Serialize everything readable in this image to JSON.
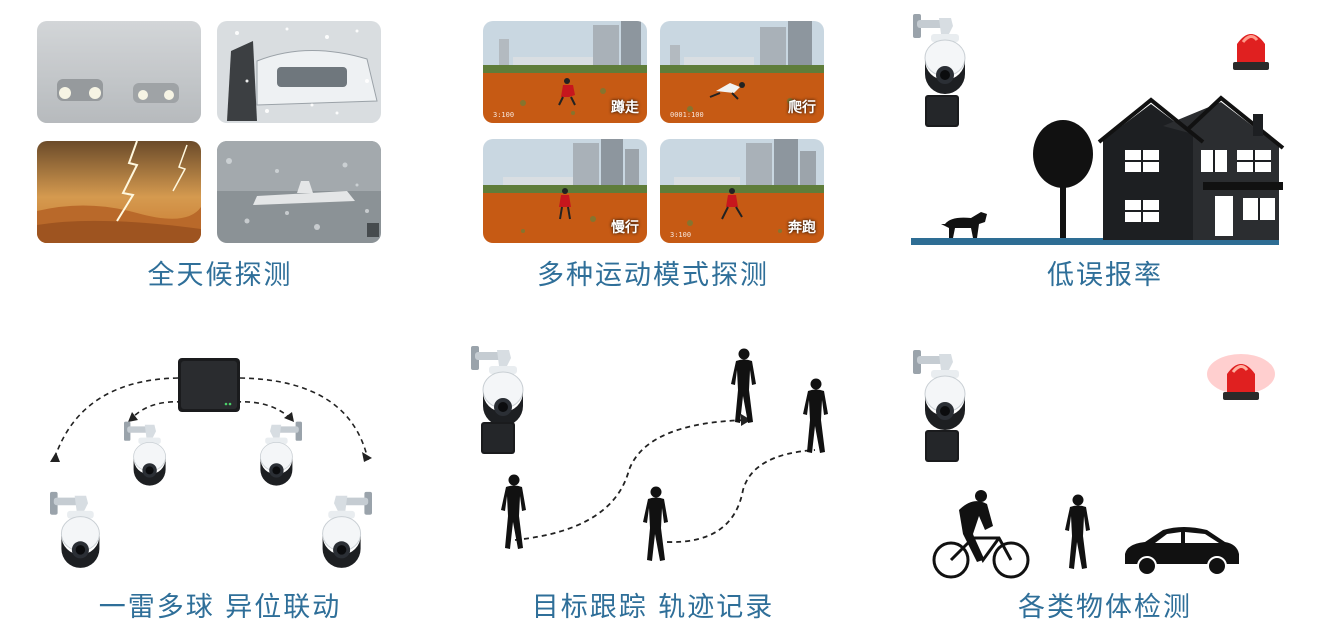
{
  "panels": {
    "weather": {
      "caption": "全天候探测"
    },
    "motion": {
      "caption": "多种运动模式探测",
      "modes": [
        "蹲走",
        "爬行",
        "慢行",
        "奔跑"
      ],
      "timestamps": [
        "3:100",
        "0001:100",
        "",
        "3:100"
      ]
    },
    "false_alarm": {
      "caption": "低误报率"
    },
    "linkage": {
      "caption": "一雷多球 异位联动"
    },
    "tracking": {
      "caption": "目标跟踪 轨迹记录"
    },
    "objects": {
      "caption": "各类物体检测"
    }
  },
  "colors": {
    "caption": "#2f6f99",
    "ground": "#2e6d94",
    "silhouette": "#111111",
    "alarm_red": "#e02020"
  },
  "icons": [
    "ptz-camera-icon",
    "radar-box-icon",
    "alarm-light-icon",
    "house-icon",
    "tree-icon",
    "dog-icon",
    "cyclist-icon",
    "car-icon",
    "person-icon"
  ]
}
